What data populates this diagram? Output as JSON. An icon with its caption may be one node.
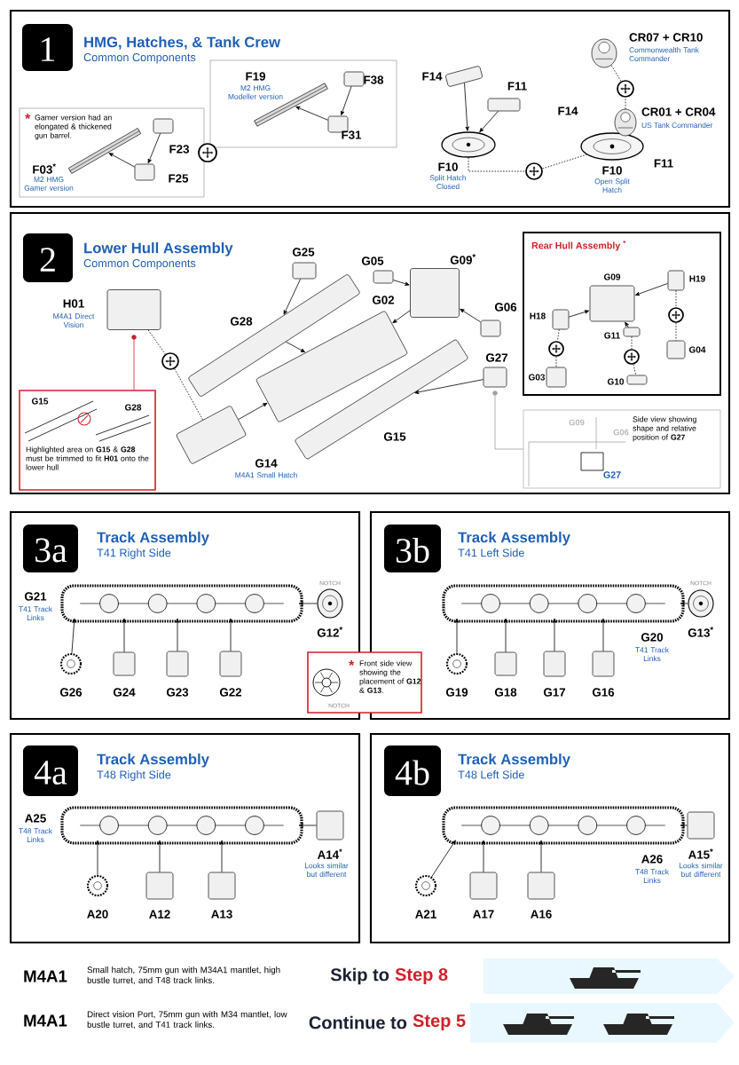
{
  "diagram": {
    "nodes": [
      {
        "text": [
          "HMG, Hatches, & Tank Crew",
          "Common Components"
        ]
      },
      {
        "text": [
          "1"
        ],
        "in": 0
      },
      {
        "text": [
          "*",
          "Gamer version had an elongated & thickened gun barrel."
        ],
        "in": 0
      },
      {
        "text": [],
        "shape": "box",
        "in": 0
      },
      {
        "text": [],
        "shape": "circle",
        "in": 0
      },
      {
        "text": [],
        "shape": "box",
        "in": 2,
        "beside": [
          "F23"
        ]
      },
      {
        "text": [],
        "shape": "box",
        "in": 2,
        "beside": [
          "F25"
        ]
      },
      {
        "text": [],
        "shape": "picture",
        "in": 2,
        "beside": [
          "F03$^{*}$",
          "M2 HMG Gamer version"
        ]
      },
      {
        "text": [],
        "shape": "box",
        "in": 3,
        "beside": [
          "F38"
        ]
      },
      {
        "text": [],
        "shape": "box",
        "in": 3,
        "beside": [
          "F31"
        ]
      },
      {
        "text": [],
        "shape": "picture",
        "in": 3,
        "beside": [
          "F19",
          "M2 HMG Modeller version"
        ]
      },
      {
        "text": [],
        "shape": "box",
        "in": 0,
        "beside": [
          "F14"
        ]
      },
      {
        "text": [],
        "shape": "box",
        "in": 0,
        "beside": [
          "F11"
        ]
      },
      {
        "text": [],
        "shape": "picture",
        "in": 0,
        "beside": [
          "F10",
          "Split Hatch Closed"
        ]
      },
      {
        "text": [],
        "shape": "circle",
        "in": 0
      },
      {
        "text": [],
        "shape": "picture",
        "in": 0,
        "beside": [
          "F14",
          "F11",
          "F10",
          "Open Split Hatch"
        ]
      },
      {
        "text": [],
        "shape": "picture",
        "in": 0,
        "beside": [
          "CR01 + CR04",
          "US Tank Commander"
        ]
      },
      {
        "text": [],
        "shape": "circle",
        "in": 0
      },
      {
        "text": [],
        "shape": "picture",
        "in": 0,
        "beside": [
          "CR07 + CR10",
          "Commonwealth Tank Commander"
        ]
      },
      {
        "text": [
          "Lower Hull Assembly",
          "Common Components"
        ]
      },
      {
        "text": [
          "2"
        ],
        "in": 19
      },
      {
        "text": [],
        "shape": "box",
        "in": 19,
        "beside": [
          "H01",
          "M4A1 Direct Vision"
        ]
      },
      {
        "text": [],
        "shape": "circle",
        "in": 19
      },
      {
        "text": [],
        "shape": "box",
        "in": 19,
        "beside": [
          "G14",
          "M4A1 Small Hatch"
        ]
      },
      {
        "text": [],
        "shape": "box",
        "in": 19,
        "beside": [
          "G28"
        ]
      },
      {
        "text": [],
        "shape": "box",
        "in": 19,
        "beside": [
          "G02"
        ]
      },
      {
        "text": [],
        "shape": "box",
        "in": 19,
        "beside": [
          "G15"
        ]
      },
      {
        "text": [],
        "shape": "box",
        "in": 19,
        "beside": [
          "G25"
        ]
      },
      {
        "text": [],
        "shape": "box",
        "in": 19,
        "beside": [
          "G05"
        ]
      },
      {
        "text": [],
        "shape": "box",
        "in": 19,
        "beside": [
          "G09$^{*}$"
        ]
      },
      {
        "text": [],
        "shape": "box",
        "in": 19,
        "beside": [
          "G06"
        ]
      },
      {
        "text": [],
        "shape": "box",
        "in": 19,
        "beside": [
          "G27"
        ]
      },
      {
        "text": [
          "Highlighted area on **G15** & **G28** must be trimmed to fit **H01** onto the lower hull"
        ],
        "in": 19
      },
      {
        "text": [
          "Rear Hull Assembly $^{*}$"
        ],
        "in": 19
      },
      {
        "text": [],
        "shape": "box",
        "in": 33,
        "beside": [
          "G09"
        ]
      },
      {
        "text": [],
        "shape": "box",
        "in": 33,
        "beside": [
          "H19"
        ]
      },
      {
        "text": [],
        "shape": "box",
        "in": 33,
        "beside": [
          "H18"
        ]
      },
      {
        "text": [],
        "shape": "box",
        "in": 33,
        "beside": [
          "G11"
        ]
      },
      {
        "text": [],
        "shape": "box",
        "in": 33,
        "beside": [
          "G04"
        ]
      },
      {
        "text": [],
        "shape": "box",
        "in": 33,
        "beside": [
          "G03"
        ]
      },
      {
        "text": [],
        "shape": "box",
        "in": 33,
        "beside": [
          "G10"
        ]
      },
      {
        "text": [],
        "shape": "circle",
        "in": 33
      },
      {
        "text": [],
        "shape": "circle",
        "in": 33
      },
      {
        "text": [],
        "shape": "circle",
        "in": 33
      },
      {
        "text": [
          "Side view showing shape and relative position of **G27**"
        ],
        "in": 19
      },
      {
        "text": [
          "Track Assembly",
          "T41 Right Side"
        ]
      },
      {
        "text": [
          "3a"
        ],
        "in": 45
      },
      {
        "text": [],
        "shape": "picture",
        "in": 45,
        "beside": [
          "G21",
          "T41 Track Links"
        ]
      },
      {
        "text": [],
        "shape": "picture",
        "in": 45,
        "beside": [
          "G12$^{*}$",
          "NOTCH"
        ]
      },
      {
        "text": [],
        "shape": "box",
        "in": 45,
        "beside": [
          "G22"
        ]
      },
      {
        "text": [],
        "shape": "box",
        "in": 45,
        "beside": [
          "G23"
        ]
      },
      {
        "text": [],
        "shape": "box",
        "in": 45,
        "beside": [
          "G24"
        ]
      },
      {
        "text": [],
        "shape": "picture",
        "in": 45,
        "beside": [
          "G26"
        ]
      },
      {
        "text": [
          "*",
          "Front side view showing the placement of **G12** & **G13**."
        ]
      },
      {
        "text": [
          "Track Assembly",
          "T41 Left Side"
        ]
      },
      {
        "text": [
          "3b"
        ],
        "in": 54
      },
      {
        "text": [],
        "shape": "picture",
        "in": 54,
        "beside": [
          "G20",
          "T41 Track Links"
        ]
      },
      {
        "text": [],
        "shape": "picture",
        "in": 54,
        "beside": [
          "G13$^{*}$",
          "NOTCH"
        ]
      },
      {
        "text": [],
        "shape": "box",
        "in": 54,
        "beside": [
          "G16"
        ]
      },
      {
        "text": [],
        "shape": "box",
        "in": 54,
        "beside": [
          "G17"
        ]
      },
      {
        "text": [],
        "shape": "box",
        "in": 54,
        "beside": [
          "G18"
        ]
      },
      {
        "text": [],
        "shape": "picture",
        "in": 54,
        "beside": [
          "G19"
        ]
      },
      {
        "text": [
          "Track Assembly",
          "T48 Right Side"
        ]
      },
      {
        "text": [
          "4a"
        ],
        "in": 62
      },
      {
        "text": [],
        "shape": "picture",
        "in": 62,
        "beside": [
          "A25",
          "T48 Track Links"
        ]
      },
      {
        "text": [],
        "shape": "box",
        "in": 62,
        "beside": [
          "A14$^{*}$",
          "Looks similar but different"
        ]
      },
      {
        "text": [],
        "shape": "box",
        "in": 62,
        "beside": [
          "A13"
        ]
      },
      {
        "text": [],
        "shape": "box",
        "in": 62,
        "beside": [
          "A12"
        ]
      },
      {
        "text": [],
        "shape": "picture",
        "in": 62,
        "beside": [
          "A20"
        ]
      },
      {
        "text": [
          "Track Assembly",
          "T48 Left Side"
        ]
      },
      {
        "text": [
          "4b"
        ],
        "in": 69
      },
      {
        "text": [],
        "shape": "picture",
        "in": 69,
        "beside": [
          "A26",
          "T48 Track Links"
        ]
      },
      {
        "text": [],
        "shape": "box",
        "in": 69,
        "beside": [
          "A15$^{*}$",
          "Looks similar but different"
        ]
      },
      {
        "text": [],
        "shape": "box",
        "in": 69,
        "beside": [
          "A16"
        ]
      },
      {
        "text": [],
        "shape": "box",
        "in": 69,
        "beside": [
          "A17"
        ]
      },
      {
        "text": [],
        "shape": "picture",
        "in": 69,
        "beside": [
          "A21"
        ]
      },
      {
        "text": [],
        "shape": "circle",
        "in": 19
      },
      {
        "text": [],
        "shape": "circle",
        "in": 19
      }
    ],
    "edges": [
      {
        "from": 5,
        "to": 6,
        "arrow": "to"
      },
      {
        "from": 6,
        "to": 7,
        "arrow": "to"
      },
      {
        "from": 8,
        "to": 9,
        "arrow": "to"
      },
      {
        "from": 9,
        "to": 10,
        "arrow": "to"
      },
      {
        "from": 11,
        "to": 13,
        "arrow": "to"
      },
      {
        "from": 12,
        "to": 13,
        "arrow": "to"
      },
      {
        "from": 13,
        "to": 14,
        "arrow": "none",
        "style": "dashed"
      },
      {
        "from": 14,
        "to": 15,
        "arrow": "none",
        "style": "dashed"
      },
      {
        "from": 16,
        "to": 17,
        "arrow": "none",
        "style": "dashed"
      },
      {
        "from": 17,
        "to": 18,
        "arrow": "none",
        "style": "dashed"
      },
      {
        "from": 21,
        "to": 22,
        "arrow": "none",
        "style": "dashed"
      },
      {
        "from": 22,
        "to": 23,
        "arrow": "none",
        "style": "dashed"
      },
      {
        "from": 27,
        "to": 24,
        "arrow": "to"
      },
      {
        "from": 24,
        "to": 25,
        "arrow": "to"
      },
      {
        "from": 28,
        "to": 29,
        "arrow": "to"
      },
      {
        "from": 29,
        "to": 25,
        "arrow": "to"
      },
      {
        "from": 30,
        "to": 29,
        "arrow": "to"
      },
      {
        "from": 23,
        "to": 25,
        "arrow": "to"
      },
      {
        "from": 31,
        "to": 26,
        "arrow": "to"
      },
      {
        "from": 76,
        "to": 32,
        "arrow": "none",
        "color": "#d0202a"
      },
      {
        "from": 77,
        "to": 44,
        "arrow": "none",
        "color": "#a0a0a0"
      },
      {
        "from": 35,
        "to": 34,
        "arrow": "to"
      },
      {
        "from": 36,
        "to": 34,
        "arrow": "to"
      },
      {
        "from": 37,
        "to": 34,
        "arrow": "to"
      },
      {
        "from": 36,
        "to": 41,
        "arrow": "none",
        "style": "dashed"
      },
      {
        "from": 41,
        "to": 39,
        "arrow": "none",
        "style": "dashed"
      },
      {
        "from": 37,
        "to": 42,
        "arrow": "none",
        "style": "dashed"
      },
      {
        "from": 42,
        "to": 40,
        "arrow": "none",
        "style": "dashed"
      },
      {
        "from": 35,
        "to": 43,
        "arrow": "none",
        "style": "dashed"
      },
      {
        "from": 43,
        "to": 38,
        "arrow": "none",
        "style": "dashed"
      },
      {
        "from": 48,
        "to": 47,
        "arrow": "to"
      },
      {
        "from": 49,
        "to": 47,
        "arrow": "to"
      },
      {
        "from": 50,
        "to": 47,
        "arrow": "to"
      },
      {
        "from": 51,
        "to": 47,
        "arrow": "to"
      },
      {
        "from": 52,
        "to": 47,
        "arrow": "to"
      },
      {
        "from": 57,
        "to": 56,
        "arrow": "to"
      },
      {
        "from": 58,
        "to": 56,
        "arrow": "to"
      },
      {
        "from": 59,
        "to": 56,
        "arrow": "to"
      },
      {
        "from": 60,
        "to": 56,
        "arrow": "to"
      },
      {
        "from": 61,
        "to": 56,
        "arrow": "to"
      },
      {
        "from": 65,
        "to": 64,
        "arrow": "to"
      },
      {
        "from": 66,
        "to": 64,
        "arrow": "to"
      },
      {
        "from": 67,
        "to": 64,
        "arrow": "to"
      },
      {
        "from": 68,
        "to": 64,
        "arrow": "to"
      },
      {
        "from": 72,
        "to": 71,
        "arrow": "to"
      },
      {
        "from": 73,
        "to": 71,
        "arrow": "to"
      },
      {
        "from": 74,
        "to": 71,
        "arrow": "to"
      },
      {
        "from": 75,
        "to": 71,
        "arrow": "to"
      }
    ],
    "labels": [
      "G15",
      "G28",
      "G09",
      "G06",
      "G27",
      "NOTCH",
      "M4A1",
      "Small hatch, 75mm gun with M34A1 mantlet, high bustle turret, and T48 track links.",
      "M4A1",
      "Direct vision Port, 75mm gun with M34 mantlet, low bustle turret, and T41 track links.",
      "Skip to",
      "Step 8",
      "Continue to",
      "Step 5"
    ]
  }
}
